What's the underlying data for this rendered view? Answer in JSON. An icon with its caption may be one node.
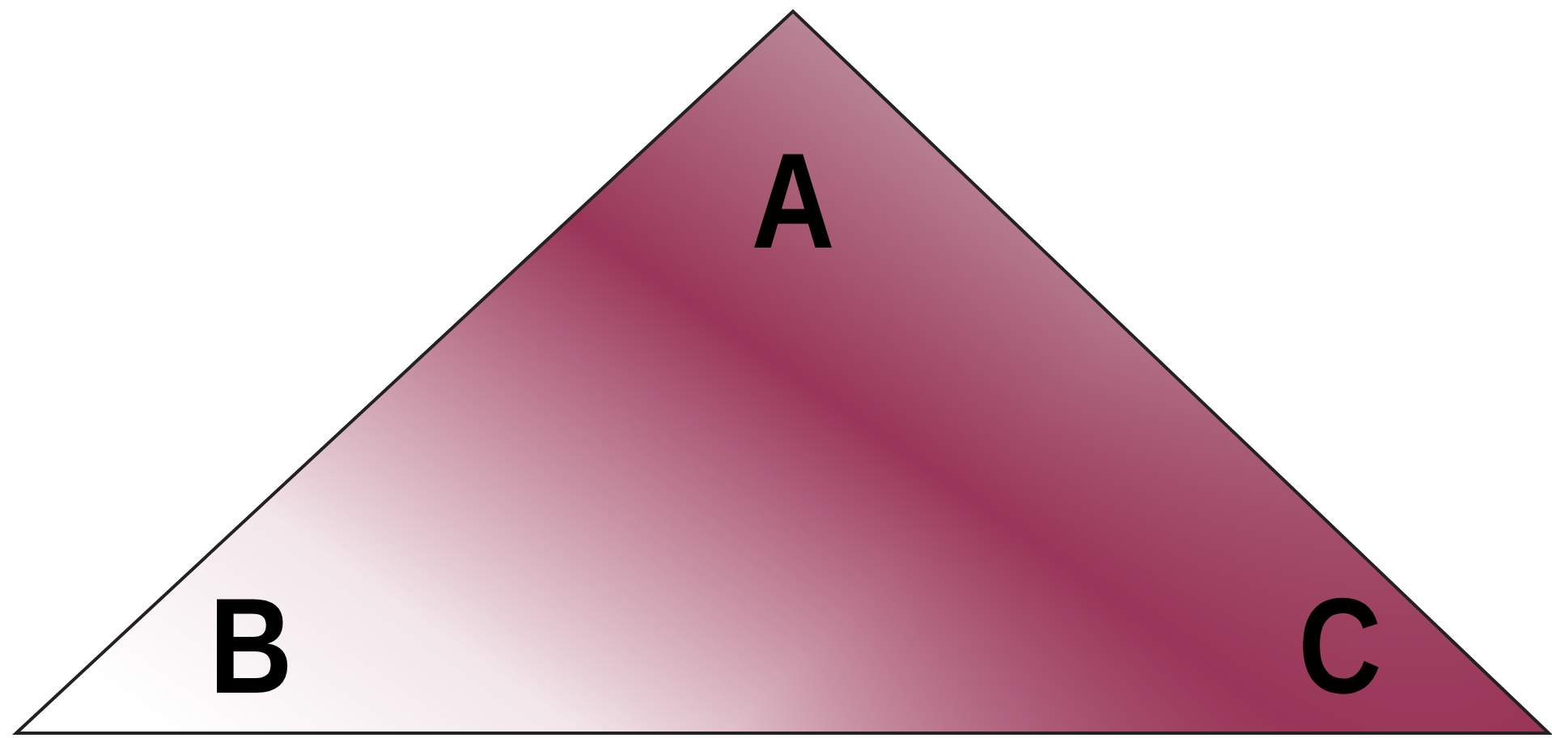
{
  "diagram": {
    "nodes": [
      {
        "text": [
          "A",
          "B",
          "C"
        ]
      }
    ]
  }
}
